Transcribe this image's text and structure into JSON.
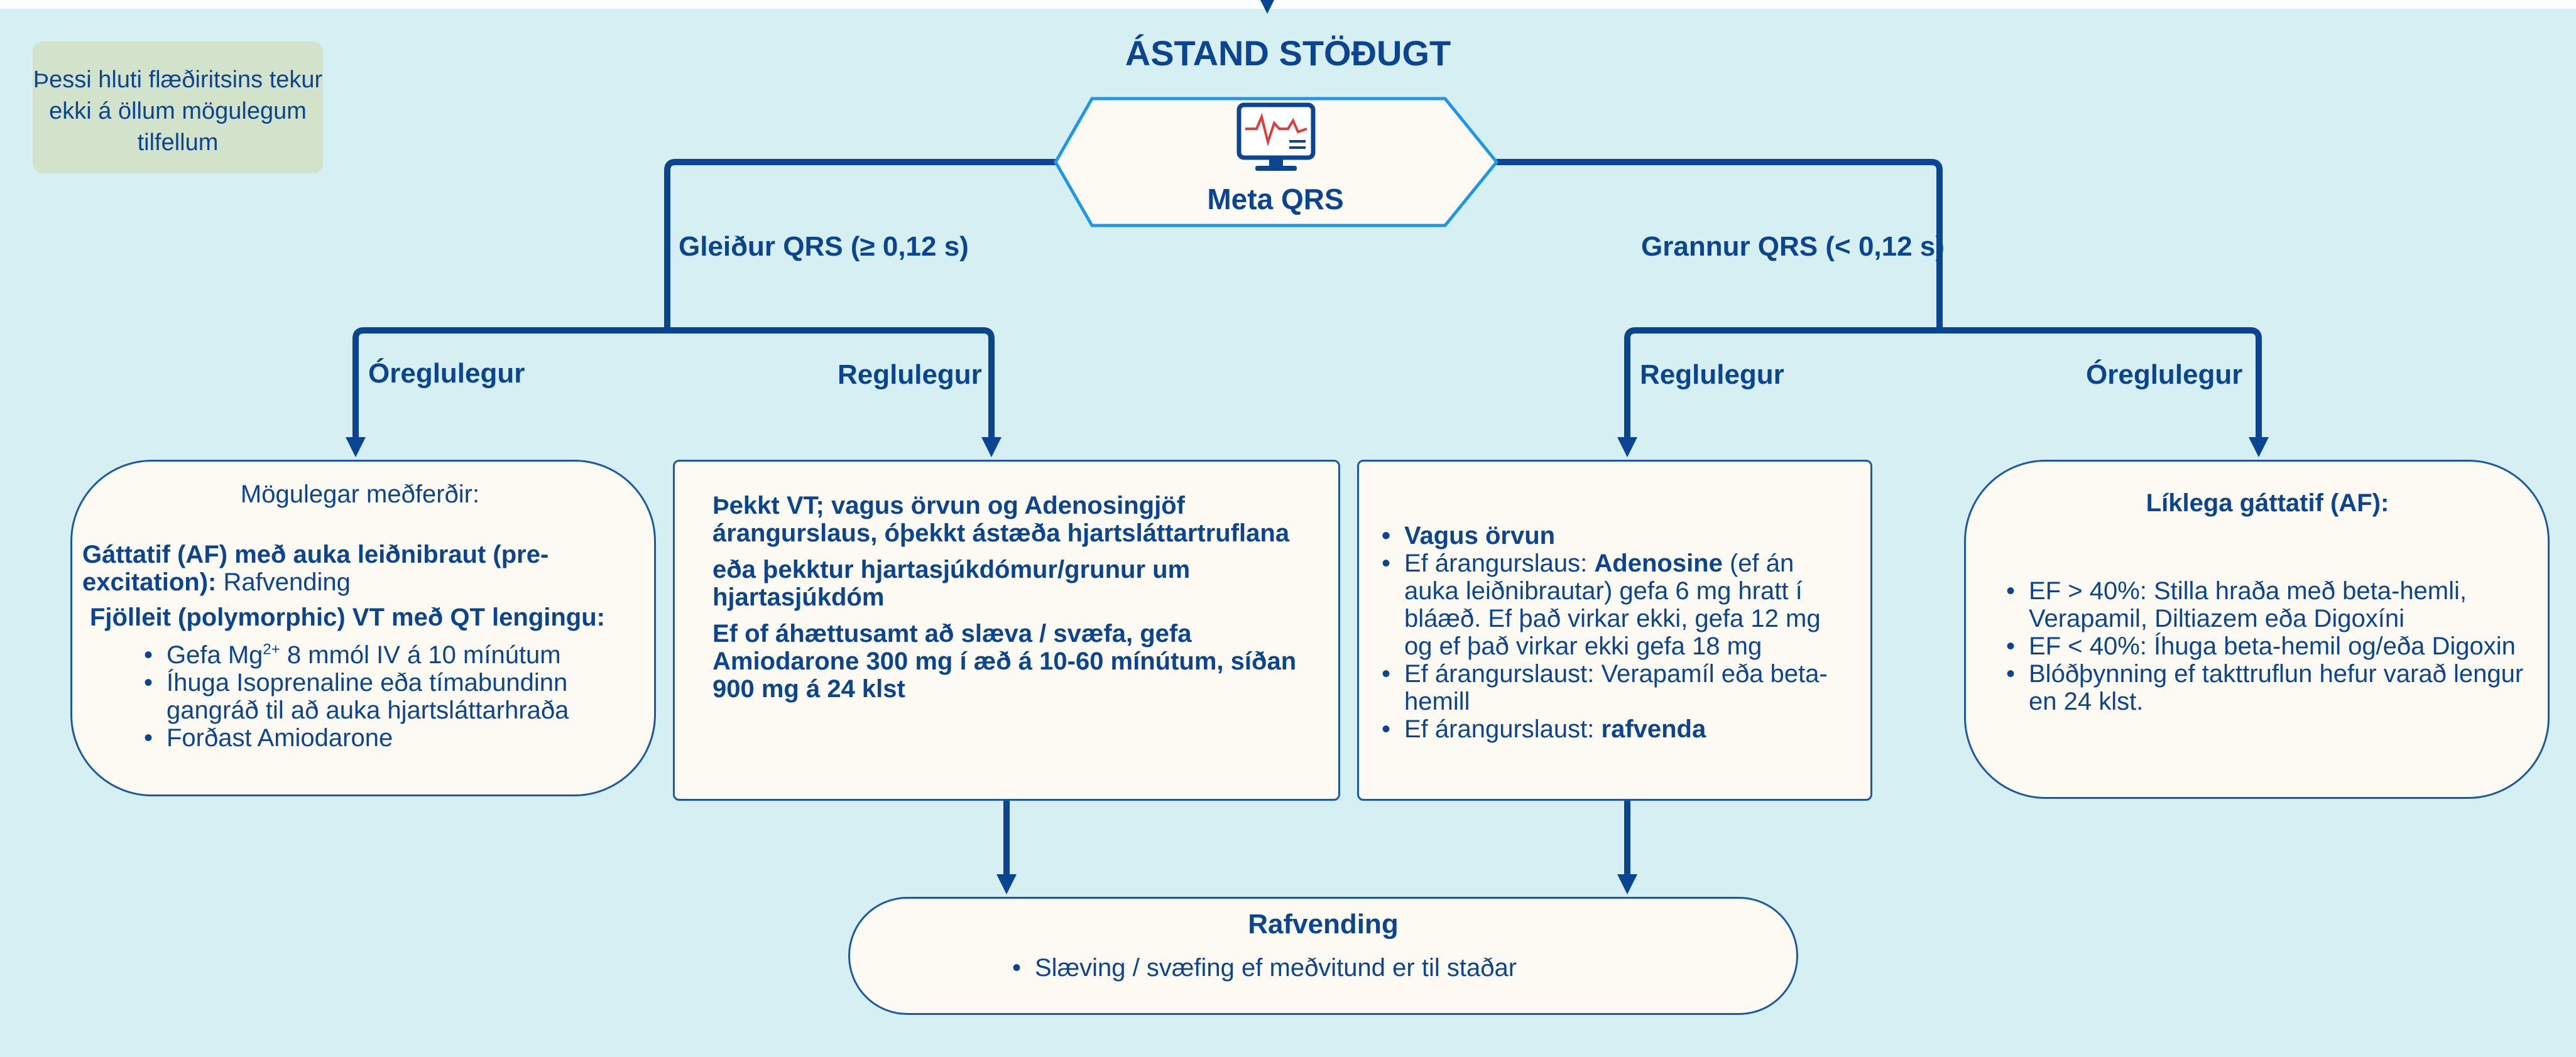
{
  "title": "ÁSTAND STÖÐUGT",
  "note": "Þessi hluti flæðiritsins tekur ekki á öllum mögulegum tilfellum",
  "assess": {
    "label": "Meta QRS"
  },
  "wide": {
    "label": "Gleiður QRS (≥ 0,12 s)",
    "irregular_label": "Óreglulegur",
    "regular_label": "Reglulegur",
    "irregular_box": {
      "heading": "Mögulegar meðferðir:",
      "af_bold": "Gáttatif (AF) með auka leiðnibraut (pre-excitation):",
      "af_text": " Rafvending",
      "poly_heading": "Fjölleit (polymorphic) VT með QT lengingu:",
      "mg_pre": "Gefa Mg",
      "mg_sup": "2+",
      "mg_post": " 8 mmól IV á 10 mínútum",
      "items": [
        "Íhuga Isoprenaline eða tímabundinn gangráð til að auka hjartsláttarhraða",
        "Forðast Amiodarone"
      ]
    },
    "regular_box": {
      "p1": "Þekkt VT; vagus örvun og Adenosingjöf árangurslaus, óþekkt ástæða hjartsláttartruflana",
      "p2": "eða þekktur hjartasjúkdómur/grunur um hjartasjúkdóm",
      "p3": "Ef of áhættusamt að slæva / svæfa, gefa Amiodarone 300 mg í æð á 10-60 mínútum, síðan 900 mg á 24 klst"
    }
  },
  "narrow": {
    "label": "Grannur QRS (< 0,12 s)",
    "regular_label": "Reglulegur",
    "irregular_label": "Óreglulegur",
    "regular_box": {
      "item1": "Vagus örvun",
      "item2_pre": "Ef árangurslaus: ",
      "item2_bold": "Adenosine",
      "item2_post": " (ef án auka leiðnibrautar) gefa 6 mg hratt í bláæð. Ef það virkar ekki, gefa 12 mg og ef það virkar ekki gefa 18 mg",
      "item3": "Ef árangurslaust: Verapamíl eða beta-hemill",
      "item4_pre": "Ef árangurslaust: ",
      "item4_bold": "rafvenda"
    },
    "irregular_box": {
      "heading": "Líklega gáttatif (AF):",
      "items": [
        "EF > 40%: Stilla hraða með beta-hemli, Verapamil, Diltiazem eða Digoxíni",
        "EF < 40%: Íhuga beta-hemil og/eða Digoxin",
        "Blóðþynning ef takttruflun hefur varað lengur en 24 klst."
      ]
    }
  },
  "cardioversion": {
    "title": "Rafvending",
    "item": "Slæving / svæfing ef meðvitund er til staðar"
  },
  "colors": {
    "line": "#0b4592",
    "panel": "#d6eff3",
    "box_fill": "#fcfaf3",
    "note_fill": "#d2e2cb",
    "hex_border": "#1f96e8",
    "ecg": "#e23b3b"
  },
  "icons": [
    "monitor-ecg-icon"
  ]
}
